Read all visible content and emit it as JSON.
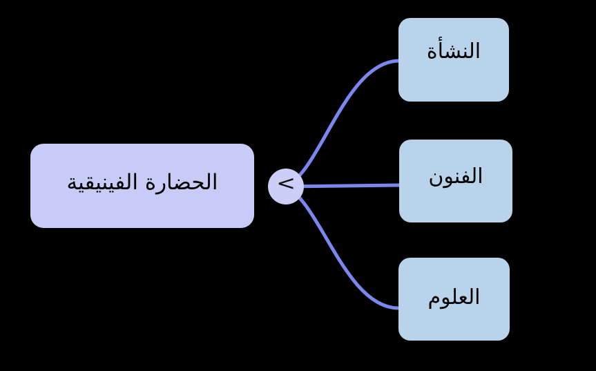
{
  "diagram": {
    "type": "mindmap",
    "root": {
      "label": "الحضارة الفينيقية"
    },
    "toggle": {
      "symbol": "<"
    },
    "children": [
      {
        "label": "النشأة"
      },
      {
        "label": "الفنون"
      },
      {
        "label": "العلوم"
      }
    ],
    "colors": {
      "background": "#000000",
      "root_fill": "#c7cbf5",
      "child_fill": "#b9d3ea",
      "toggle_fill": "#cbcef6",
      "connector": "#7b87ee",
      "text": "#000000"
    }
  }
}
